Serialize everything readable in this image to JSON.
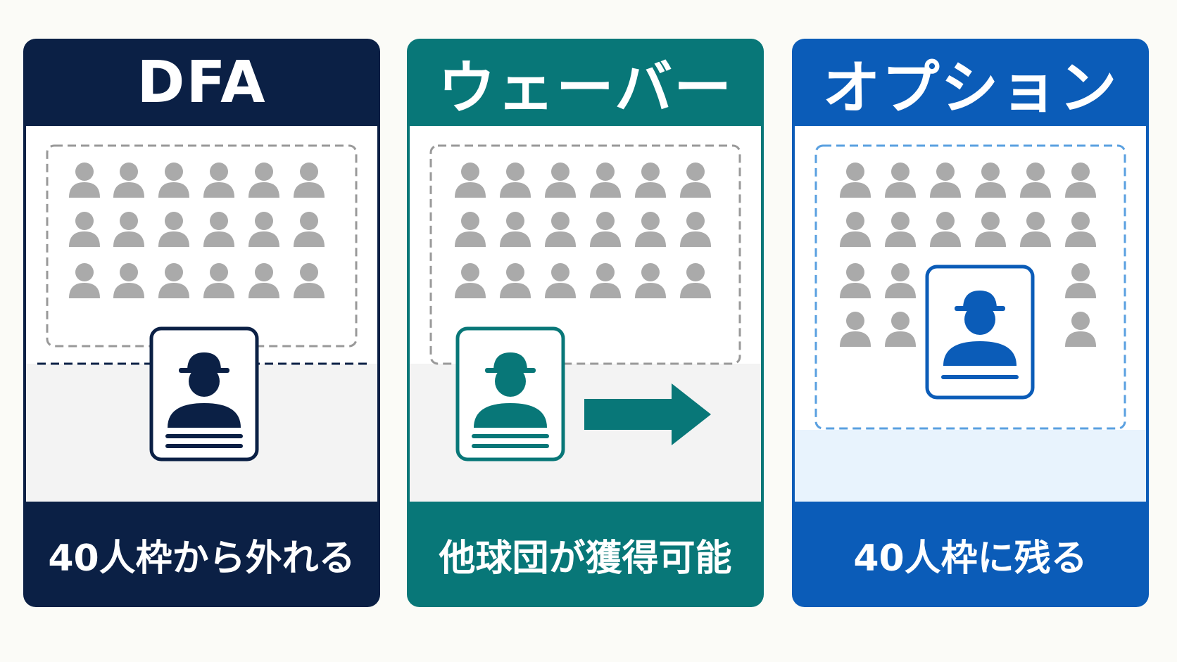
{
  "panels": [
    {
      "title": "DFA",
      "caption": "40人枠から外れる",
      "color": "#0b2045"
    },
    {
      "title": "ウェーバー",
      "caption": "他球団が獲得可能",
      "color": "#087778"
    },
    {
      "title": "オプション",
      "caption": "40人枠に残る",
      "color": "#0b5cb8"
    }
  ],
  "colors": {
    "background": "#fbfbf7",
    "silhouette": "#aaaaaa",
    "roster_border_gray": "#999999",
    "roster_border_blue": "#5aa0e0",
    "lower_zone": "#f3f3f3",
    "lower_zone_blue": "#e8f3fd"
  },
  "icons": {
    "roster_member": "person-silhouette-icon",
    "player_card": "player-card-icon",
    "move": "arrow-right-icon"
  }
}
